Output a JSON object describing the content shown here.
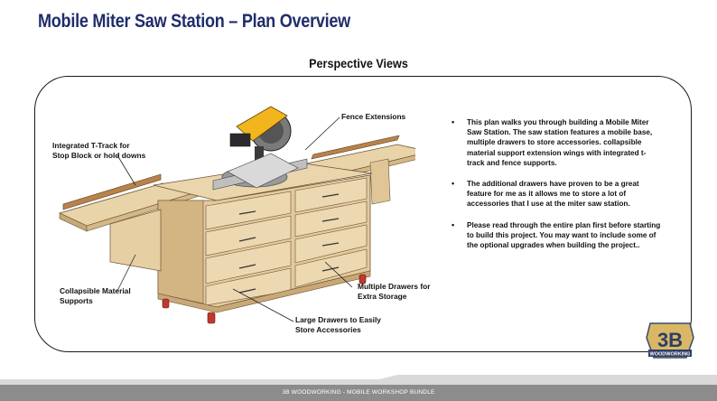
{
  "header": {
    "title": "Mobile Miter Saw Station – Plan Overview",
    "subtitle": "Perspective Views"
  },
  "callouts": {
    "fence_extensions": "Fence Extensions",
    "ttrack_line1": "Integrated T-Track for",
    "ttrack_line2": "Stop Block or hold downs",
    "supports_line1": "Collapsible Material",
    "supports_line2": "Supports",
    "drawers_line1": "Multiple Drawers for",
    "drawers_line2": "Extra Storage",
    "large_line1": "Large Drawers to Easily",
    "large_line2": "Store Accessories"
  },
  "bullets": [
    "This plan walks you through building a Mobile Miter Saw Station.  The saw station features a mobile base, multiple drawers to store accessories. collapsible material support extension wings with integrated t-track and fence supports.",
    "The additional drawers have proven to be a great feature for me as it allows me to store a lot of accessories that I use at the miter saw station.",
    "Please read through the entire plan first before starting to build this project. You may want to include some of the optional upgrades when building the project.."
  ],
  "logo": {
    "big": "3B",
    "small": "WOODWORKING"
  },
  "footer": {
    "text": "3B WOODWORKING - MOBILE WORKSHOP BUNDLE"
  },
  "colors": {
    "title": "#1f2d6b",
    "plywood": "#e7cfa4",
    "plywood_dark": "#c9a877",
    "saw_yellow": "#f2b51d",
    "footer": "#8c8c8c"
  }
}
